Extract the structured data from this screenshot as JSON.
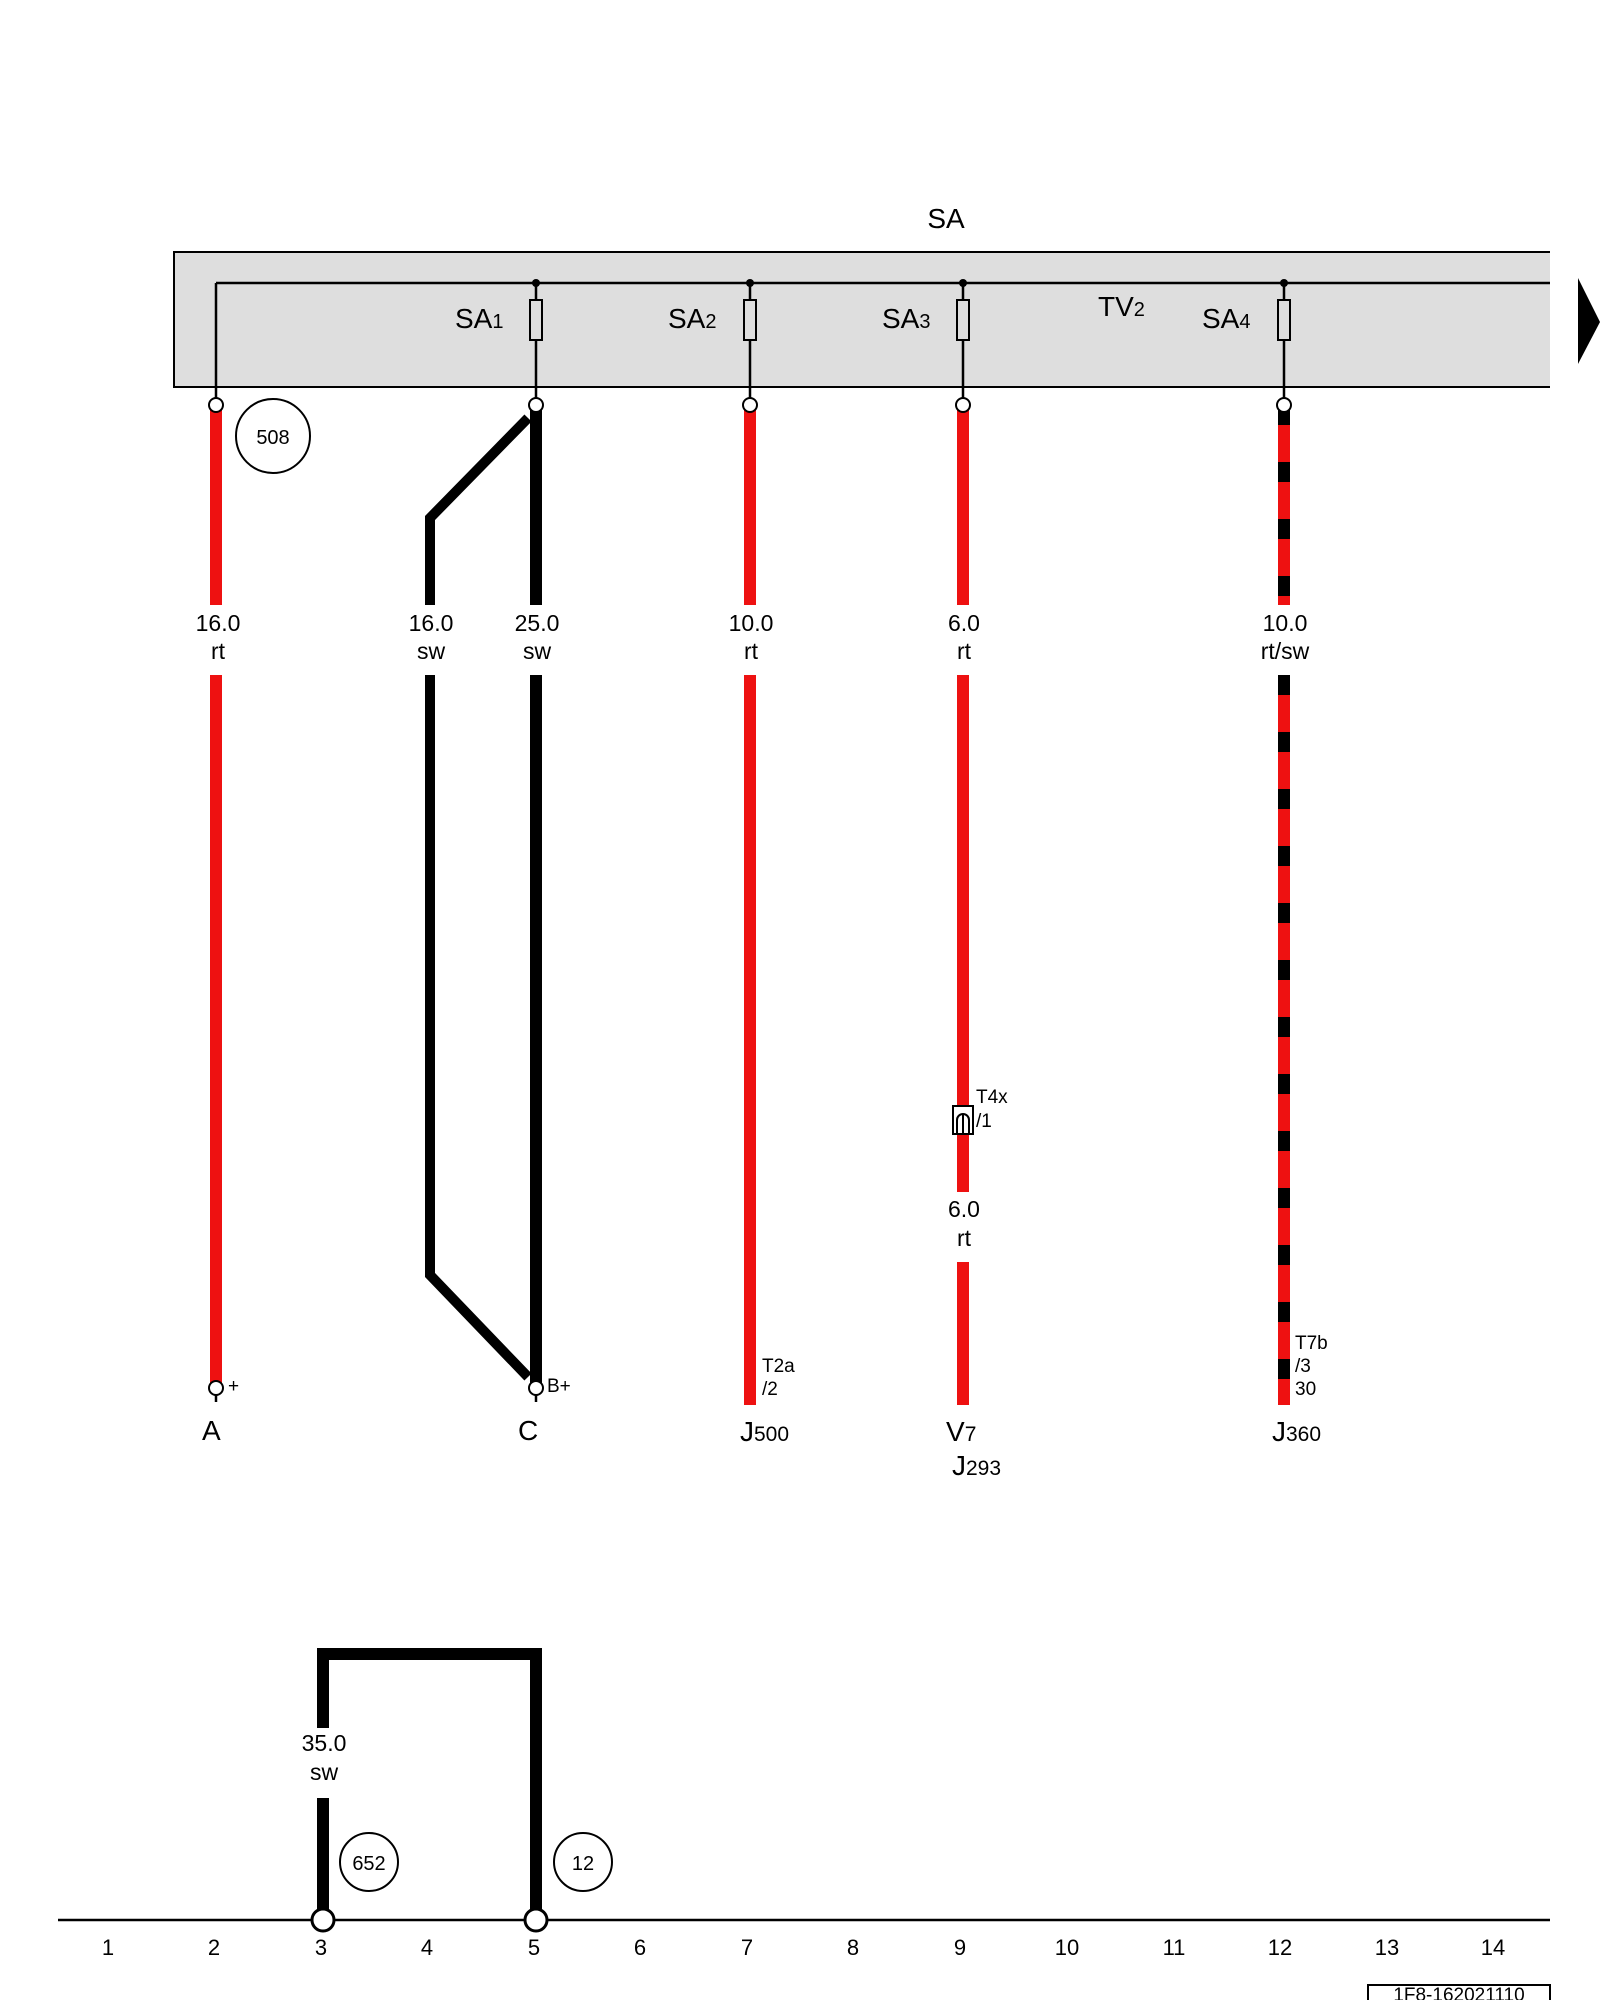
{
  "header": {
    "title": "SA"
  },
  "fuse_box": {
    "fuses": [
      {
        "id": "sa1",
        "main": "SA",
        "sub": "1"
      },
      {
        "id": "sa2",
        "main": "SA",
        "sub": "2"
      },
      {
        "id": "sa3",
        "main": "SA",
        "sub": "3"
      },
      {
        "id": "sa4",
        "main": "SA",
        "sub": "4"
      }
    ],
    "tv": {
      "main": "TV",
      "sub": "2"
    }
  },
  "circles": [
    {
      "id": "c508",
      "text": "508"
    },
    {
      "id": "c652",
      "text": "652"
    },
    {
      "id": "c12",
      "text": "12"
    }
  ],
  "wires": [
    {
      "id": "w1",
      "size": "16.0",
      "color_code": "rt"
    },
    {
      "id": "w2",
      "size": "16.0",
      "color_code": "sw"
    },
    {
      "id": "w3",
      "size": "25.0",
      "color_code": "sw"
    },
    {
      "id": "w4",
      "size": "10.0",
      "color_code": "rt"
    },
    {
      "id": "w5",
      "size": "6.0",
      "color_code": "rt"
    },
    {
      "id": "w5b",
      "size": "6.0",
      "color_code": "rt"
    },
    {
      "id": "w6",
      "size": "10.0",
      "color_code": "rt/sw"
    },
    {
      "id": "w7",
      "size": "35.0",
      "color_code": "sw"
    }
  ],
  "terminals": {
    "plus": "+",
    "bplus": "B+",
    "t2a_1": "T2a",
    "t2a_2": "/2",
    "t4x_1": "T4x",
    "t4x_2": "/1",
    "t7b_1": "T7b",
    "t7b_2": "/3",
    "t7b_3": "30"
  },
  "components": {
    "a": {
      "main": "A",
      "sub": ""
    },
    "c": {
      "main": "C",
      "sub": ""
    },
    "j500": {
      "main": "J",
      "sub": "500"
    },
    "v7": {
      "main": "V",
      "sub": "7"
    },
    "j293": {
      "main": "J",
      "sub": "293"
    },
    "j360": {
      "main": "J",
      "sub": "360"
    }
  },
  "ruler": [
    "1",
    "2",
    "3",
    "4",
    "5",
    "6",
    "7",
    "8",
    "9",
    "10",
    "11",
    "12",
    "13",
    "14"
  ],
  "footer": {
    "ref_code": "1F8-162021110"
  },
  "colors": {
    "red": "#ee1111",
    "black": "#000000",
    "box_fill": "#dedede"
  }
}
